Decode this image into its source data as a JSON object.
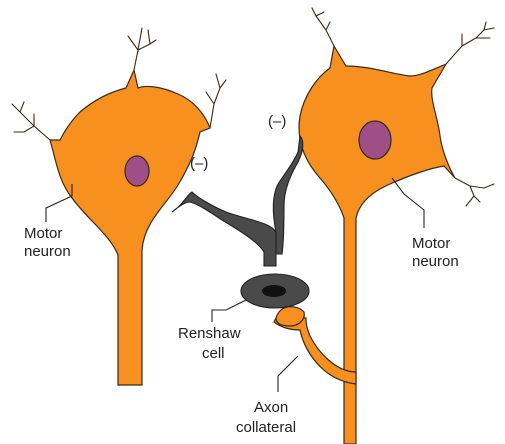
{
  "colors": {
    "neuron": "#F7901E",
    "nucleus": "#9E4F86",
    "renshaw_cell": "#4a4a4a",
    "outline": "#3a2a1a",
    "text": "#222222"
  },
  "labels": {
    "motor_neuron_left": {
      "line1": "Motor",
      "line2": "neuron"
    },
    "motor_neuron_right": {
      "line1": "Motor",
      "line2": "neuron"
    },
    "renshaw_cell": {
      "line1": "Renshaw",
      "line2": "cell"
    },
    "axon_collateral": {
      "line1": "Axon",
      "line2": "collateral"
    },
    "inhibition_left": "(–)",
    "inhibition_right": "(–)"
  }
}
